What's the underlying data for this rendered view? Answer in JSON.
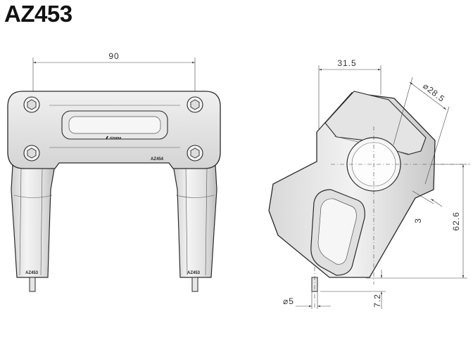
{
  "title": "AZ453",
  "front_view": {
    "width_dimension": "90",
    "part_mark_top": "AZ454",
    "part_mark_left": "AZ453",
    "part_mark_right": "AZ453",
    "brand_logo": "rizoma",
    "brand_icon": "rizoma-logo-icon"
  },
  "side_view": {
    "offset_dimension": "31.5",
    "clamp_diameter": "⌀28.5",
    "height_dimension": "62.6",
    "rise_dimension": "3",
    "pin_diameter": "⌀5",
    "pin_length": "7.2"
  }
}
